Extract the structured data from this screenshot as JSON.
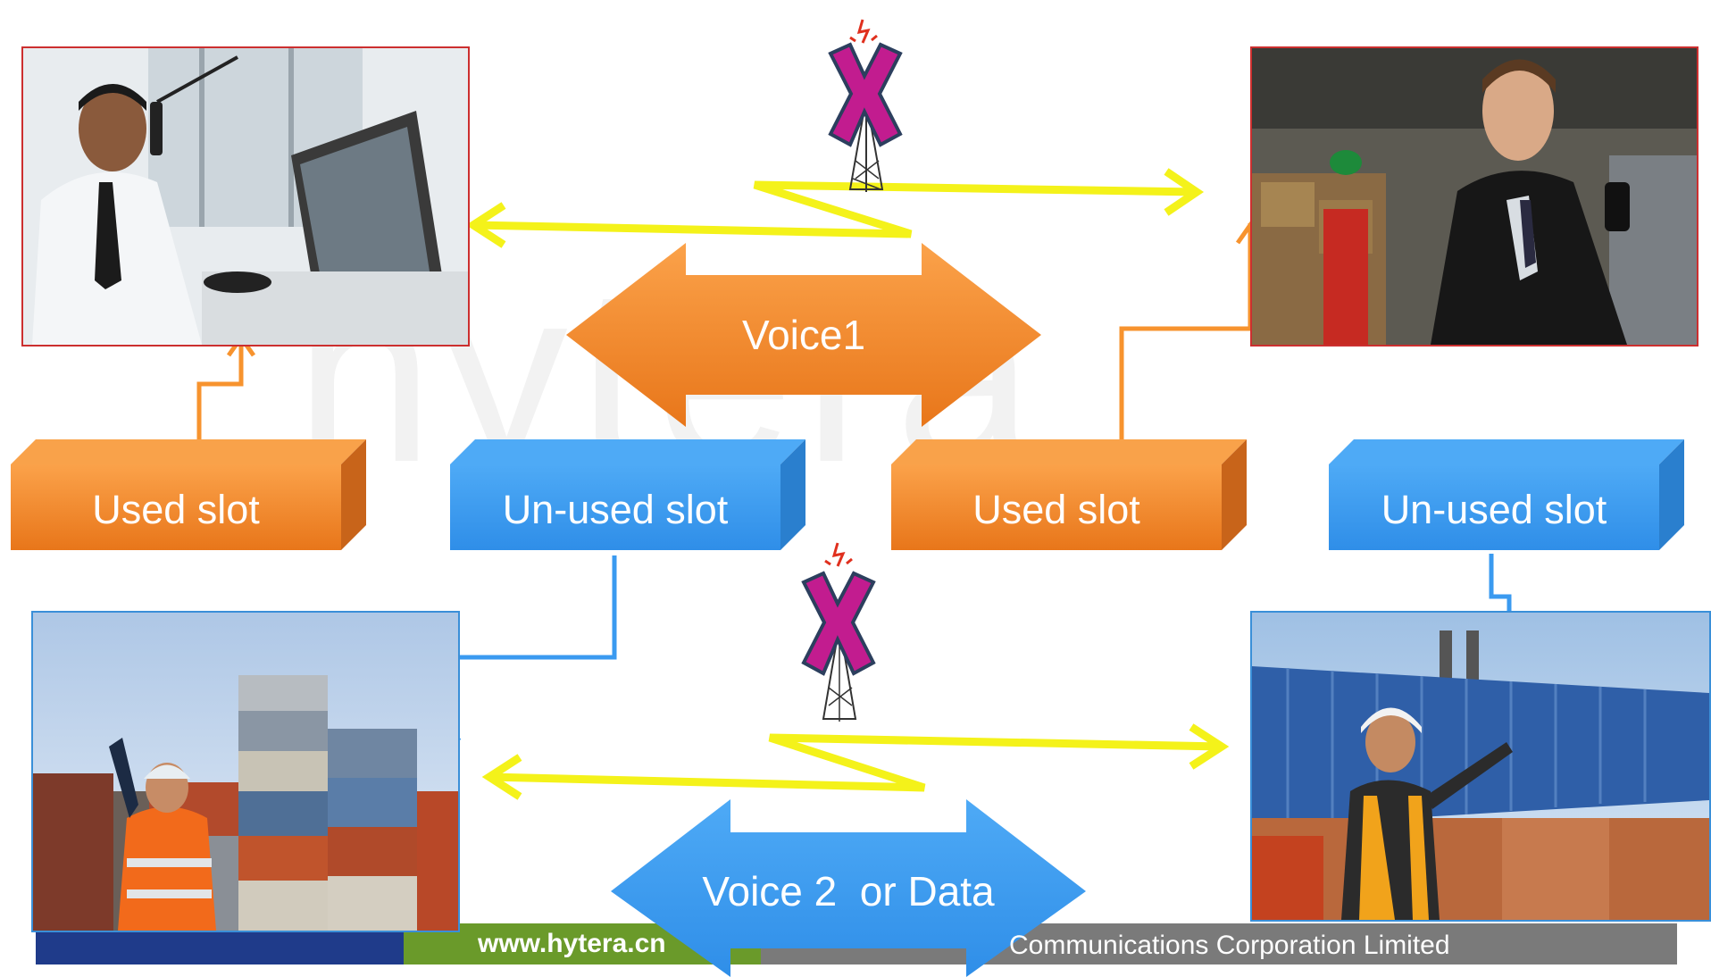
{
  "watermark": "hytera",
  "slots": {
    "top_left": "Used slot",
    "top_mid_left": "Un-used slot",
    "top_mid_right": "Used slot",
    "top_right": "Un-used slot"
  },
  "arrows": {
    "voice1": "Voice1",
    "voice2": "Voice 2  or Data"
  },
  "footer": {
    "url": "www.hytera.cn",
    "company": "Communications Corporation Limited"
  },
  "colors": {
    "orange": "#f7932e",
    "blue": "#3a9af0",
    "yellow": "#f4f21a",
    "magenta": "#c21c8f",
    "footer_navy": "#1f3b8a",
    "footer_green": "#6a9a2a",
    "footer_gray": "#7a7a7a"
  }
}
